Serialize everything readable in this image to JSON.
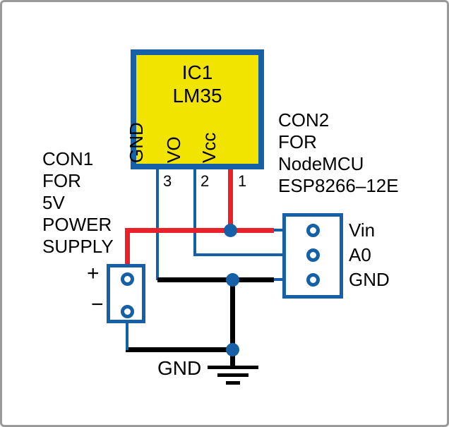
{
  "colors": {
    "wire_blue": "#1660a8",
    "wire_red": "#e8212b",
    "wire_black": "#000000",
    "ic_fill": "#f0e400",
    "frame_gray": "#9a9a9a"
  },
  "ic": {
    "ref": "IC1",
    "part": "LM35",
    "pins": [
      {
        "number": "3",
        "name": "GND"
      },
      {
        "number": "2",
        "name": "VO"
      },
      {
        "number": "1",
        "name": "Vcc"
      }
    ]
  },
  "con1": {
    "lines": [
      "CON1",
      "FOR",
      "5V",
      "POWER",
      "SUPPLY"
    ],
    "plus": "+",
    "minus": "−"
  },
  "con2": {
    "lines": [
      "CON2",
      "FOR",
      "NodeMCU",
      "ESP8266–12E"
    ],
    "pins": [
      "Vin",
      "A0",
      "GND"
    ]
  },
  "ground": {
    "label": "GND"
  }
}
